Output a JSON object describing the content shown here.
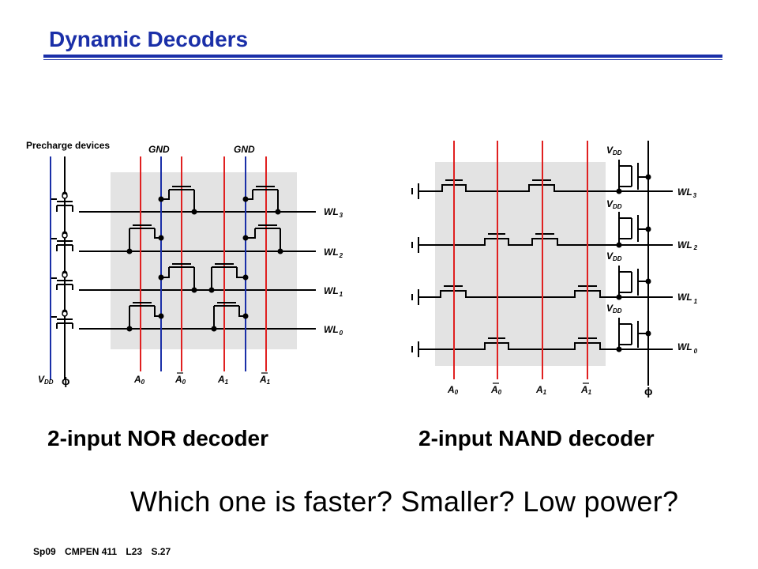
{
  "title": "Dynamic Decoders",
  "footer": {
    "course": "Sp09",
    "code": "CMPEN 411",
    "lecture": "L23",
    "slide": "S.27"
  },
  "question": "Which one is faster?  Smaller?  Low power?",
  "nor": {
    "caption": "2-input NOR decoder",
    "precharge_label": "Precharge devices",
    "gnd_label": "GND",
    "vdd": {
      "v": "V",
      "sub": "DD"
    },
    "phi": "ϕ",
    "inputs": [
      {
        "name": "A",
        "sub": "0",
        "bar": false
      },
      {
        "name": "A",
        "sub": "0",
        "bar": true
      },
      {
        "name": "A",
        "sub": "1",
        "bar": false
      },
      {
        "name": "A",
        "sub": "1",
        "bar": true
      }
    ],
    "wordlines": [
      {
        "name": "WL",
        "sub": "3"
      },
      {
        "name": "WL",
        "sub": "2"
      },
      {
        "name": "WL",
        "sub": "1"
      },
      {
        "name": "WL",
        "sub": "0"
      }
    ]
  },
  "nand": {
    "caption": "2-input NAND decoder",
    "vdd": {
      "v": "V",
      "sub": "DD"
    },
    "phi": "ϕ",
    "inputs": [
      {
        "name": "A",
        "sub": "0",
        "bar": false
      },
      {
        "name": "A",
        "sub": "0",
        "bar": true
      },
      {
        "name": "A",
        "sub": "1",
        "bar": false
      },
      {
        "name": "A",
        "sub": "1",
        "bar": true
      }
    ],
    "wordlines": [
      {
        "name": "WL",
        "sub": "3"
      },
      {
        "name": "WL",
        "sub": "2"
      },
      {
        "name": "WL",
        "sub": "1"
      },
      {
        "name": "WL",
        "sub": "0"
      }
    ]
  },
  "colors": {
    "title": "#1a2fa8",
    "red_line": "#e02020",
    "blue_line": "#1a2fa8",
    "array_bg": "#e3e3e3"
  }
}
